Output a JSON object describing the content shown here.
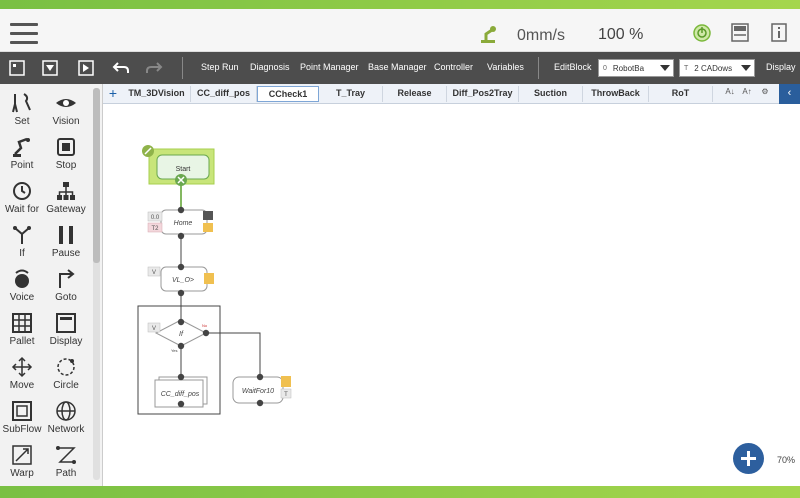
{
  "header": {
    "speed": "0mm/s",
    "percent": "100 %",
    "icons": [
      "menu-icon",
      "robot-arm-icon",
      "power-icon",
      "display-icon",
      "info-icon"
    ]
  },
  "toolbar": {
    "items": [
      "Step Run",
      "Diagnosis",
      "Point Manager",
      "Base Manager",
      "Controller",
      "Variables",
      "EditBlock",
      "Display"
    ],
    "selects": [
      {
        "badge": "0",
        "value": "RobotBa"
      },
      {
        "badge": "T",
        "value": "2 CADows"
      }
    ]
  },
  "sidebar": {
    "items": [
      "Set",
      "Vision",
      "Point",
      "Stop",
      "Wait for",
      "Gateway",
      "If",
      "Pause",
      "Voice",
      "Goto",
      "Pallet",
      "Display",
      "Move",
      "Circle",
      "SubFlow",
      "Network",
      "Warp",
      "Path"
    ]
  },
  "tabs": {
    "add_label": "+",
    "items": [
      "TM_3DVision",
      "CC_diff_pos",
      "CCheck1",
      "T_Tray",
      "Release",
      "Diff_Pos2Tray",
      "Suction",
      "ThrowBack",
      "RoT"
    ],
    "active": "CCheck1",
    "tools": [
      "A↓",
      "A↑",
      "⚙"
    ],
    "collapse": "‹"
  },
  "flow": {
    "start": "Start",
    "home": {
      "label": "Home",
      "badge_top": "0.0",
      "badge_bottom": "T2"
    },
    "vl": {
      "label": "VL_O>",
      "badge": "V"
    },
    "if": {
      "label": "If",
      "badge": "V",
      "yes": "Yes",
      "no": "No"
    },
    "cc": {
      "label": "CC_diff_pos"
    },
    "wait": {
      "label": "WaitFor10",
      "badge": "T"
    }
  },
  "zoom": "70%",
  "colors": {
    "accent_green": "#79c043",
    "toolbar": "#4d4d4d",
    "tab_collapse": "#2a5e9c",
    "zoom_button": "#2d5f9e",
    "start_highlight": "#c8e57a"
  }
}
